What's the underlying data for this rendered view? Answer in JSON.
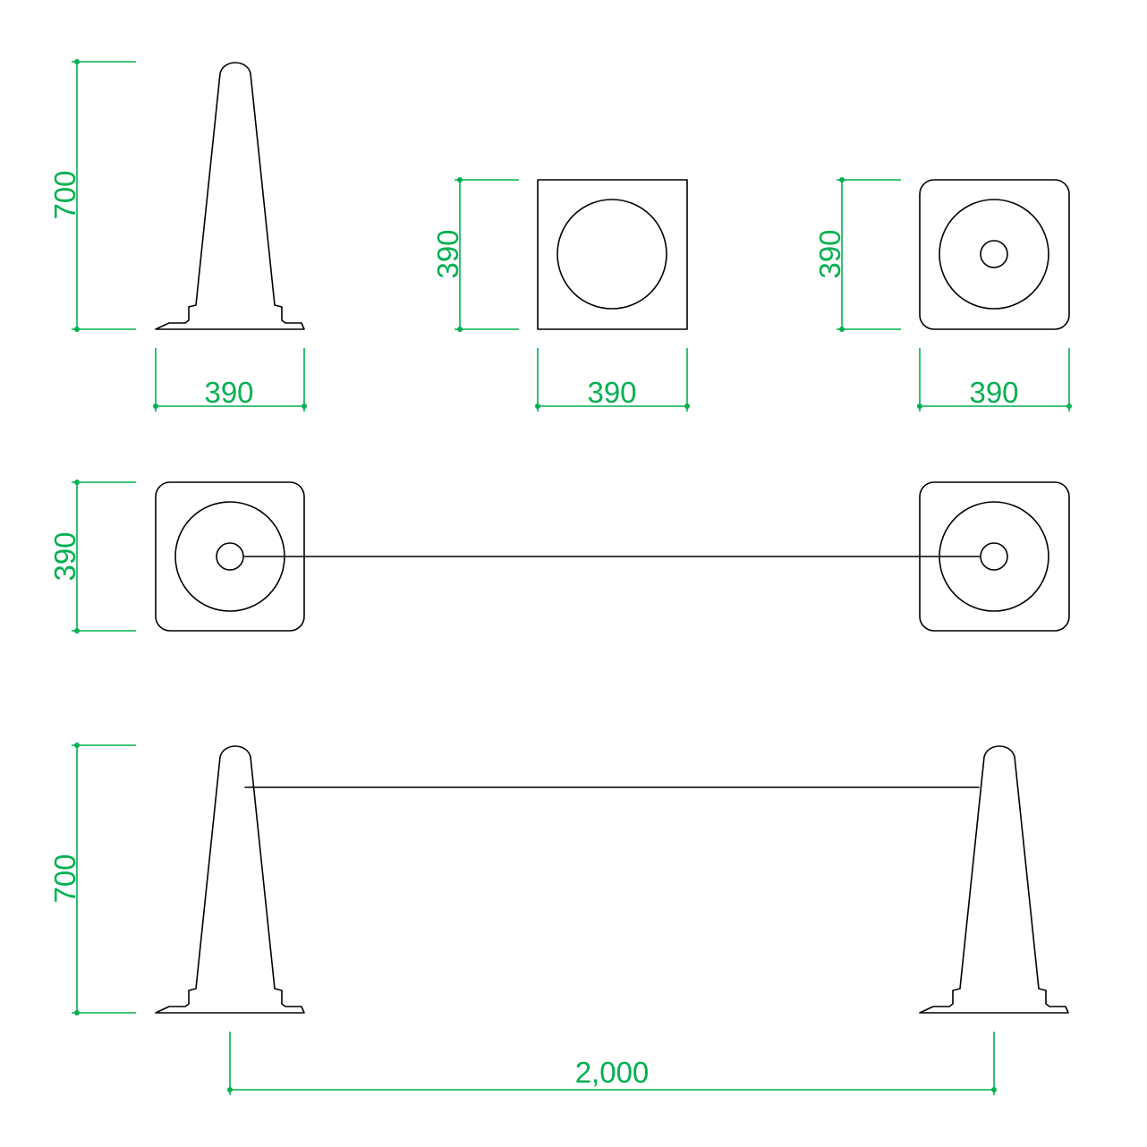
{
  "colors": {
    "dimension": "#00b04f",
    "outline": "#000000",
    "background": "#ffffff"
  },
  "dimensions": {
    "cone_side_height": "700",
    "cone_side_width": "390",
    "base_top_height": "390",
    "base_top_width": "390",
    "cone_top_height": "390",
    "cone_top_width": "390",
    "bar_top_height": "390",
    "bar_side_height": "700",
    "bar_span": "2,000"
  }
}
